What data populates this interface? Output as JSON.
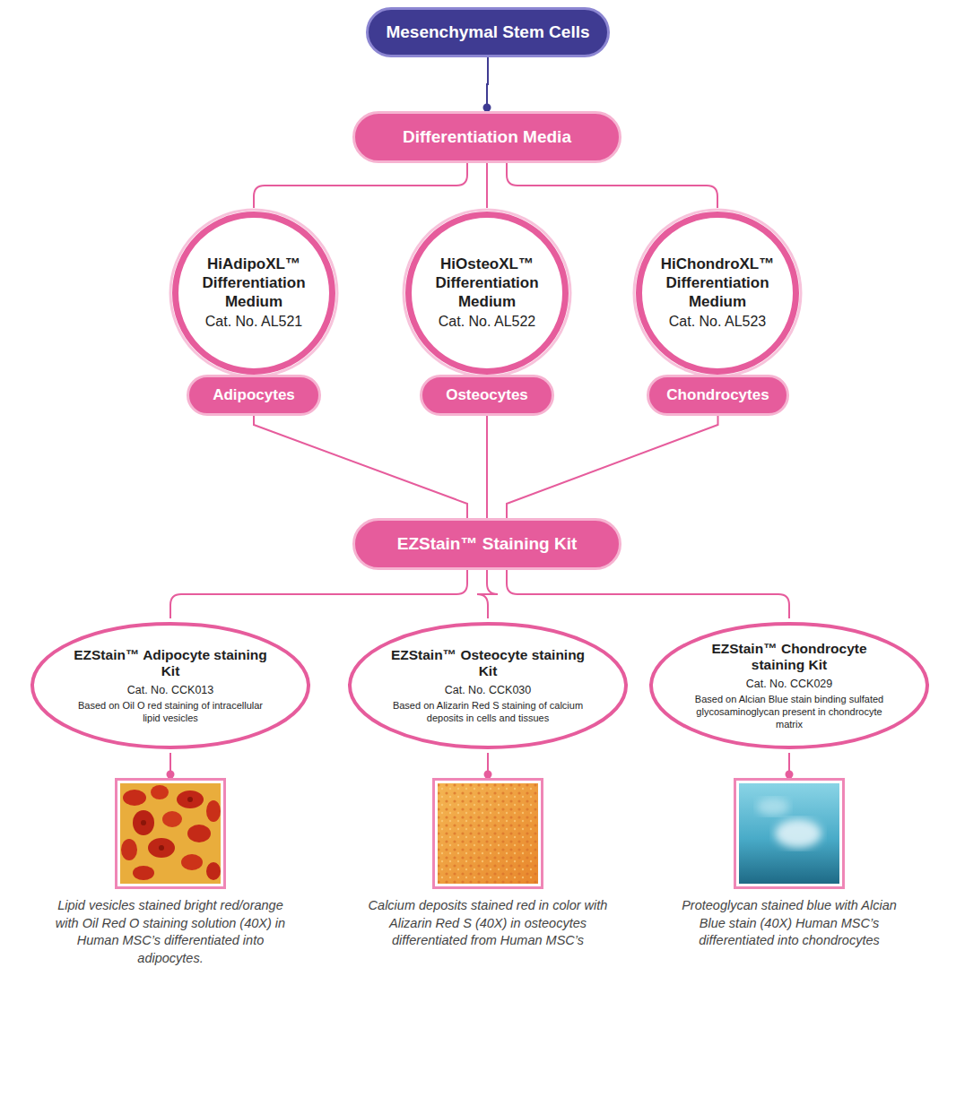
{
  "diagram": {
    "nodes": [
      {
        "text": [
          "Mesenchymal Stem Cells"
        ]
      },
      {
        "text": [
          "Differentiation Media"
        ]
      },
      {
        "text": [
          "HiAdipoXL™ Differentiation Medium",
          "Cat. No. AL521"
        ]
      },
      {
        "text": [
          "HiOsteoXL™ Differentiation Medium",
          "Cat. No. AL522"
        ]
      },
      {
        "text": [
          "HiChondroXL™ Differentiation Medium",
          "Cat. No. AL523"
        ]
      },
      {
        "text": [
          "Adipocytes"
        ]
      },
      {
        "text": [
          "Osteocytes"
        ]
      },
      {
        "text": [
          "Chondrocytes"
        ]
      },
      {
        "text": [
          "EZStain™ Staining Kit"
        ]
      },
      {
        "text": [
          "EZStain™ Adipocyte staining Kit",
          "Cat. No. CCK013",
          "Based on Oil O red staining of intracellular lipid vesicles"
        ]
      },
      {
        "text": [
          "EZStain™ Osteocyte staining Kit",
          "Cat. No. CCK030",
          "Based on Alizarin Red S staining of calcium deposits in cells and tissues"
        ]
      },
      {
        "text": [
          "EZStain™ Chondrocyte staining Kit",
          "Cat. No. CCK029",
          "Based on Alcian Blue stain binding sulfated glycosaminoglycan present in chondrocyte matrix"
        ]
      },
      {
        "text": [
          "Lipid vesicles stained bright red/orange with Oil Red O staining solution (40X) in Human MSC’s differentiated into adipocytes."
        ]
      },
      {
        "text": [
          "Calcium deposits stained red in color with Alizarin Red S (40X) in osteocytes differentiated from Human MSC’s"
        ]
      },
      {
        "text": [
          "Proteoglycan stained blue with Alcian Blue stain (40X) Human MSC’s differentiated into chondrocytes"
        ]
      }
    ],
    "edges": [
      {
        "from": 0,
        "to": 1,
        "arrow": "none"
      },
      {
        "from": 1,
        "to": 2,
        "arrow": "none"
      },
      {
        "from": 1,
        "to": 3,
        "arrow": "none"
      },
      {
        "from": 1,
        "to": 4,
        "arrow": "none"
      },
      {
        "from": 5,
        "to": 8,
        "arrow": "none"
      },
      {
        "from": 6,
        "to": 8,
        "arrow": "none"
      },
      {
        "from": 7,
        "to": 8,
        "arrow": "none"
      },
      {
        "from": 8,
        "to": 9,
        "arrow": "none"
      },
      {
        "from": 8,
        "to": 10,
        "arrow": "none"
      },
      {
        "from": 8,
        "to": 11,
        "arrow": "none"
      },
      {
        "from": 9,
        "to": 12,
        "arrow": "none"
      },
      {
        "from": 10,
        "to": 13,
        "arrow": "none"
      },
      {
        "from": 11,
        "to": 14,
        "arrow": "none"
      }
    ]
  }
}
